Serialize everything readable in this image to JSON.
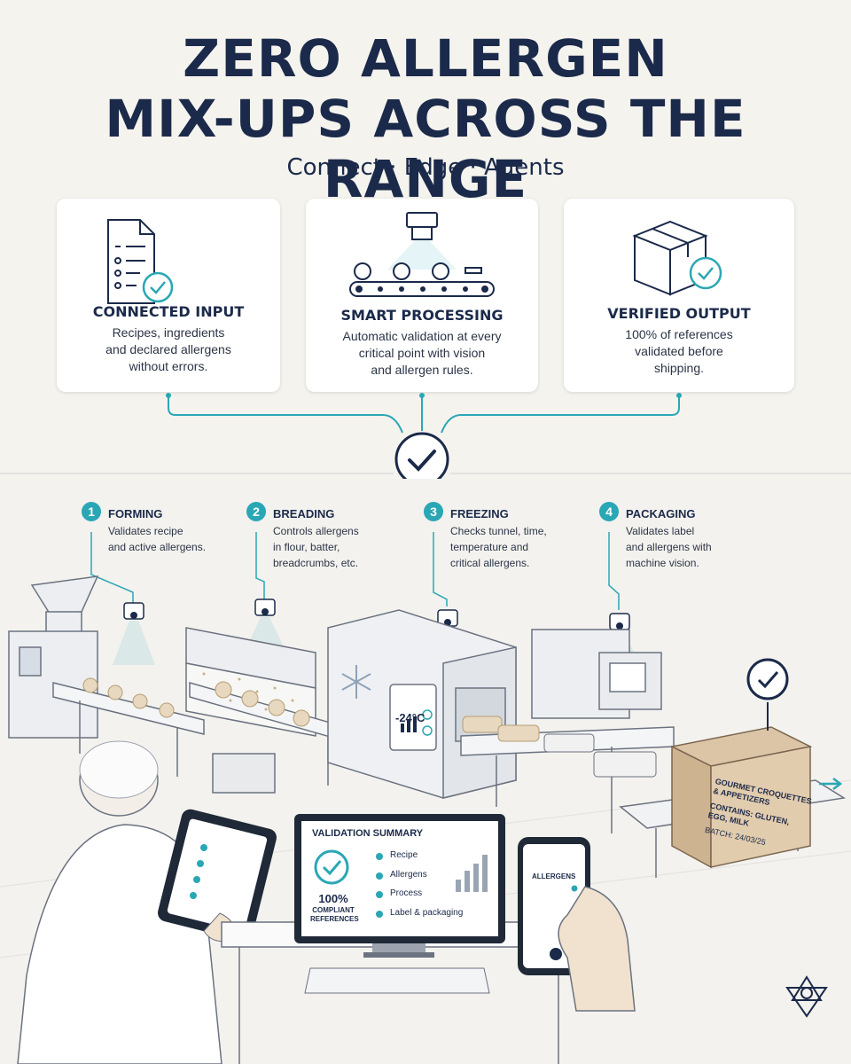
{
  "header": {
    "title_line1": "ZERO ALLERGEN",
    "title_line2": "MIX-UPS ACROSS THE RANGE",
    "subtitle": "Connect  ·  Edge  ·  Agents"
  },
  "cards": [
    {
      "title": "CONNECTED INPUT",
      "text": [
        "Recipes, ingredients",
        "and declared allergens",
        "without errors."
      ],
      "icon": "document-check-icon"
    },
    {
      "title": "SMART PROCESSING",
      "text": [
        "Automatic validation at every",
        "critical point with vision",
        "and allergen rules."
      ],
      "icon": "camera-conveyor-icon"
    },
    {
      "title": "VERIFIED OUTPUT",
      "text": [
        "100% of references",
        "validated before",
        "shipping."
      ],
      "icon": "box-check-icon"
    }
  ],
  "steps": [
    {
      "num": "1",
      "title": "FORMING",
      "text": [
        "Validates recipe",
        "and active allergens."
      ]
    },
    {
      "num": "2",
      "title": "BREADING",
      "text": [
        "Controls allergens",
        "in flour, batter,",
        "breadcrumbs, etc."
      ]
    },
    {
      "num": "3",
      "title": "FREEZING",
      "text": [
        "Checks tunnel, time,",
        "temperature and",
        "critical allergens."
      ]
    },
    {
      "num": "4",
      "title": "PACKAGING",
      "text": [
        "Validates label",
        "and allergens with",
        "machine vision."
      ]
    }
  ],
  "freezer_display": {
    "temperature": "-24°C"
  },
  "box_label": {
    "product": [
      "GOURMET CROQUETTES",
      "& APPETIZERS"
    ],
    "contains": [
      "CONTAINS: GLUTEN,",
      "EGG, MILK"
    ],
    "batch": "BATCH: 24/03/25"
  },
  "monitor": {
    "title": "VALIDATION SUMMARY",
    "percent": "100%",
    "percent_label": [
      "COMPLIANT",
      "REFERENCES"
    ],
    "items": [
      "Recipe",
      "Allergens",
      "Process",
      "Label & packaging"
    ]
  },
  "phone": {
    "title": "ALLERGENS"
  },
  "colors": {
    "accent": "#2aa7b5",
    "navy": "#1b2a4a",
    "background": "#f5f3ee"
  }
}
